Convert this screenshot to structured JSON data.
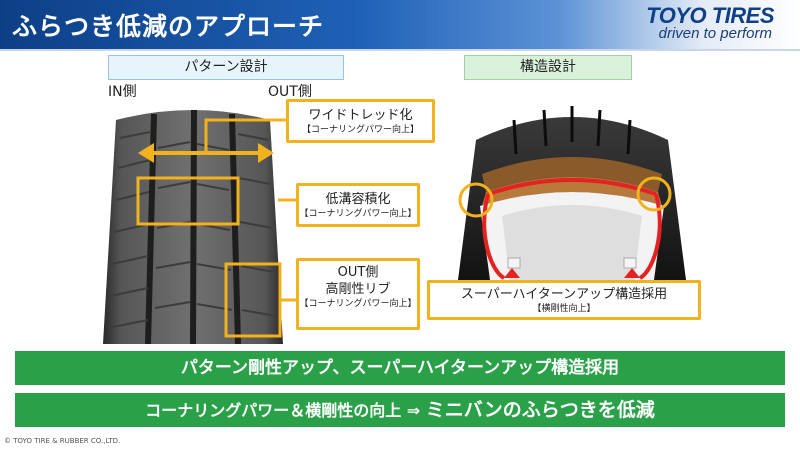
{
  "header": {
    "title": "ふらつき低減のアプローチ",
    "brand": {
      "name": "TOYO TIRES",
      "tagline": "driven to perform"
    }
  },
  "pattern_design": {
    "label": "パターン設計",
    "in_side_label": "IN側",
    "out_side_label": "OUT側",
    "callouts": [
      {
        "lines": [
          "ワイドトレッド化"
        ],
        "sub": "【コーナリングパワー向上】"
      },
      {
        "lines": [
          "低溝容積化"
        ],
        "sub": "【コーナリングパワー向上】"
      },
      {
        "lines": [
          "OUT側",
          "高剛性リブ"
        ],
        "sub": "【コーナリングパワー向上】"
      }
    ]
  },
  "structure_design": {
    "label": "構造設計",
    "callout": {
      "lines": [
        "スーパーハイターンアップ構造採用"
      ],
      "sub": "【横剛性向上】"
    }
  },
  "banners": {
    "line1": "パターン剛性アップ、スーパーハイターンアップ構造採用",
    "line2_lead": "コーナリングパワー＆横剛性の向上 ⇒ ",
    "line2_emphasis": "ミニバンのふらつきを低減"
  },
  "footer": {
    "copyright": "© TOYO TIRE & RUBBER CO.,LTD."
  },
  "colors": {
    "header_blue": "#1f61b7",
    "callout_orange": "#f2b21e",
    "banner_green": "#2aa148",
    "section_red": "#e52222"
  }
}
